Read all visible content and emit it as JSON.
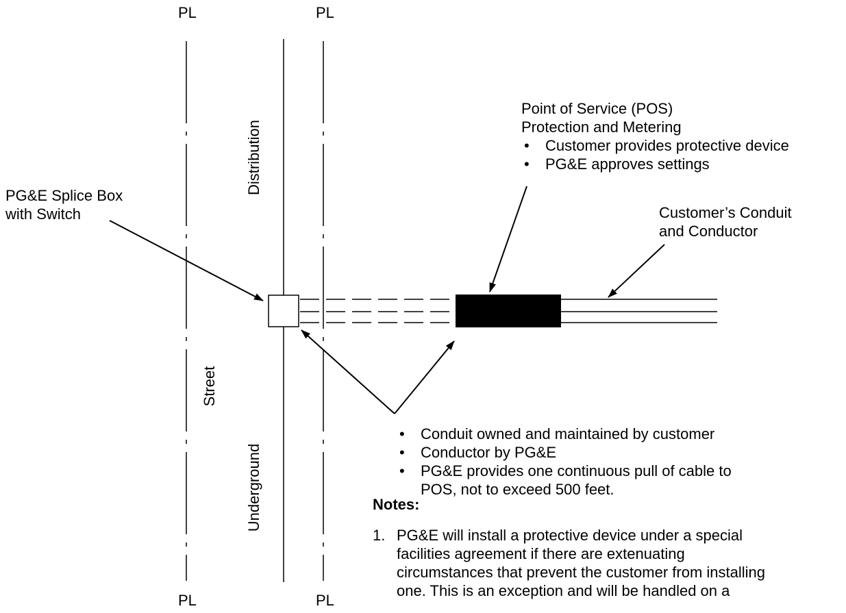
{
  "property_line_symbol": "PL",
  "street_labels": {
    "distribution": "Distribution",
    "street": "Street",
    "underground": "Underground"
  },
  "splice_box": {
    "line1": "PG&E Splice Box",
    "line2": "with Switch"
  },
  "pos": {
    "line1": "Point of Service (POS)",
    "line2": "Protection and Metering",
    "bullets": [
      "Customer provides protective device",
      "PG&E approves settings"
    ]
  },
  "customer_conduit": {
    "line1": "Customer’s Conduit",
    "line2": "and Conductor"
  },
  "conduit_bullets": [
    "Conduit owned and maintained by customer",
    "Conductor by PG&E",
    "PG&E provides one continuous pull of cable to",
    "POS, not to exceed 500 feet."
  ],
  "notes": {
    "heading": "Notes:",
    "items": [
      {
        "number": "1.",
        "lines": [
          "PG&E will install a protective device under a special",
          "facilities agreement if there are extenuating",
          "circumstances that prevent the customer from installing",
          "one. This is an exception and will be handled on a"
        ]
      }
    ]
  }
}
